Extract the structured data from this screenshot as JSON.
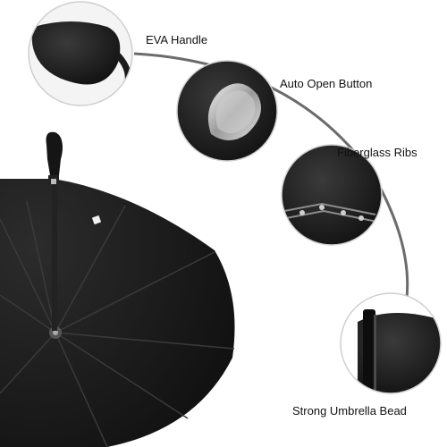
{
  "callouts": [
    {
      "label": "EVA Handle"
    },
    {
      "label": "Auto Open Button"
    },
    {
      "label": "Fiberglass Ribs"
    },
    {
      "label": "Strong Umbrella Bead"
    }
  ],
  "colors": {
    "background": "#ffffff",
    "canopy": "#1a1a1a",
    "ribs": "#3a3a3a",
    "connector": "#6b6b6b",
    "text": "#111111"
  }
}
